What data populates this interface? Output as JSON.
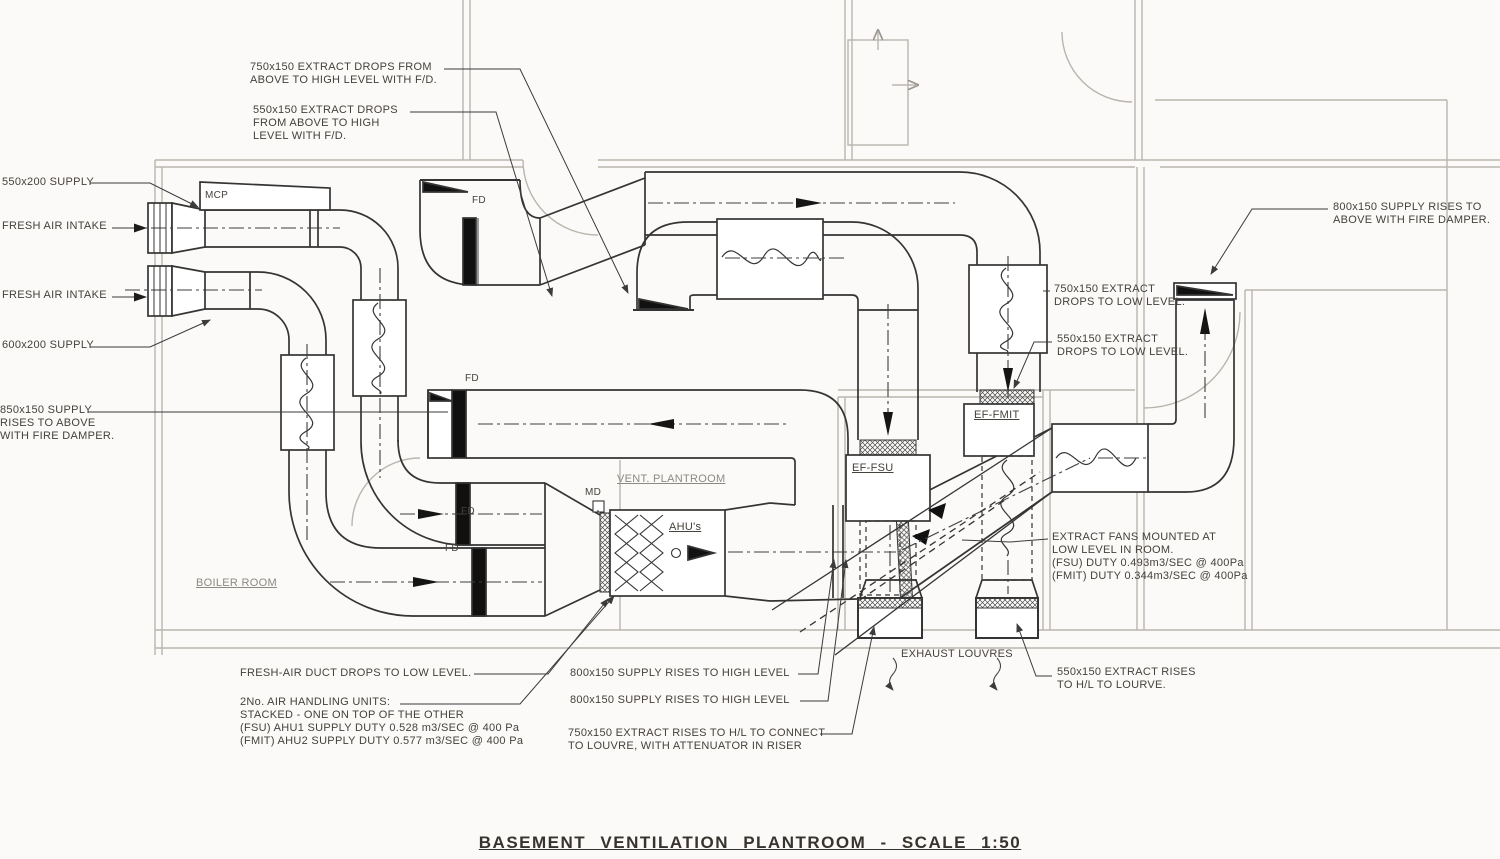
{
  "title": "BASEMENT VENTILATION PLANTROOM - SCALE 1:50",
  "rooms": {
    "boiler": "BOILER ROOM",
    "vent_plantroom": "VENT. PLANTROOM"
  },
  "equipment": {
    "mcp": "MCP",
    "md": "MD",
    "ahu": "AHU's",
    "ef_fsu": "EF-FSU",
    "ef_fmit": "EF-FMIT",
    "fd": "FD",
    "exhaust_louvres": "EXHAUST LOUVRES"
  },
  "annotations": {
    "supply_550": "550x200 SUPPLY",
    "fresh_air_1": "FRESH AIR INTAKE",
    "fresh_air_2": "FRESH AIR INTAKE",
    "supply_600": "600x200 SUPPLY",
    "supply_850": "850x150 SUPPLY\nRISES TO ABOVE\nWITH FIRE DAMPER.",
    "extract_750_top": "750x150 EXTRACT DROPS FROM\nABOVE TO HIGH LEVEL WITH F/D.",
    "extract_550_top": "550x150 EXTRACT DROPS\nFROM ABOVE TO HIGH\nLEVEL WITH F/D.",
    "supply_800_right": "800x150 SUPPLY RISES TO\nABOVE WITH FIRE DAMPER.",
    "extract_750_drops": "750x150 EXTRACT\nDROPS TO LOW LEVEL.",
    "extract_550_drops": "550x150 EXTRACT\nDROPS TO LOW LEVEL.",
    "extract_fans": "EXTRACT FANS MOUNTED AT\nLOW LEVEL IN ROOM.\n(FSU) DUTY 0.493m3/SEC @ 400Pa\n(FMIT) DUTY 0.344m3/SEC @ 400Pa",
    "fresh_air_drop": "FRESH-AIR DUCT DROPS TO LOW LEVEL.",
    "ahu_units": "2No. AIR HANDLING UNITS:\nSTACKED - ONE ON TOP OF THE OTHER\n(FSU) AHU1 SUPPLY DUTY 0.528 m3/SEC @ 400 Pa\n(FMIT) AHU2 SUPPLY DUTY 0.577 m3/SEC @ 400 Pa",
    "supply_rises_1": "800x150 SUPPLY RISES TO HIGH LEVEL",
    "supply_rises_2": "800x150 SUPPLY RISES TO HIGH LEVEL",
    "extract_750_rises": "750x150 EXTRACT RISES TO H/L TO CONNECT\nTO LOUVRE, WITH ATTENUATOR IN RISER",
    "extract_550_rises": "550x150 EXTRACT RISES\nTO H/L TO LOURVE."
  }
}
